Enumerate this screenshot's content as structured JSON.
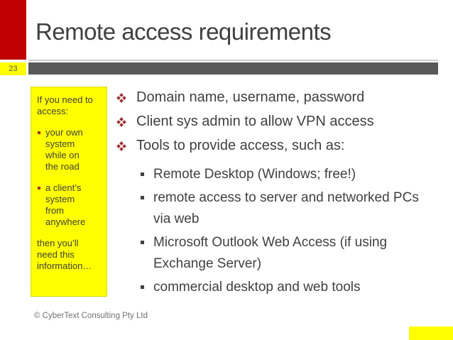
{
  "colors": {
    "accent_red": "#C00000",
    "highlight_yellow": "#FFFF00",
    "title_bar_gray": "#595959",
    "text_dark": "#404040",
    "bullet_red": "#9E3132",
    "footer_gray": "#737373"
  },
  "slide": {
    "title": "Remote access requirements",
    "slide_number": "23",
    "footer": "© CyberText Consulting Pty Ltd"
  },
  "callout": {
    "intro": "If you need to access:",
    "items": [
      "your own system while on the road",
      "a client’s system from anywhere"
    ],
    "outro": "then you’ll need this information…"
  },
  "content": {
    "items": [
      {
        "label": "Domain name, username, password"
      },
      {
        "label": "Client sys admin to allow VPN access"
      },
      {
        "label": "Tools to provide access, such as:",
        "sub_items": [
          "Remote Desktop (Windows; free!)",
          "remote access to server and networked PCs via web",
          "Microsoft Outlook Web Access (if using Exchange Server)",
          "commercial desktop and web tools"
        ]
      }
    ]
  }
}
